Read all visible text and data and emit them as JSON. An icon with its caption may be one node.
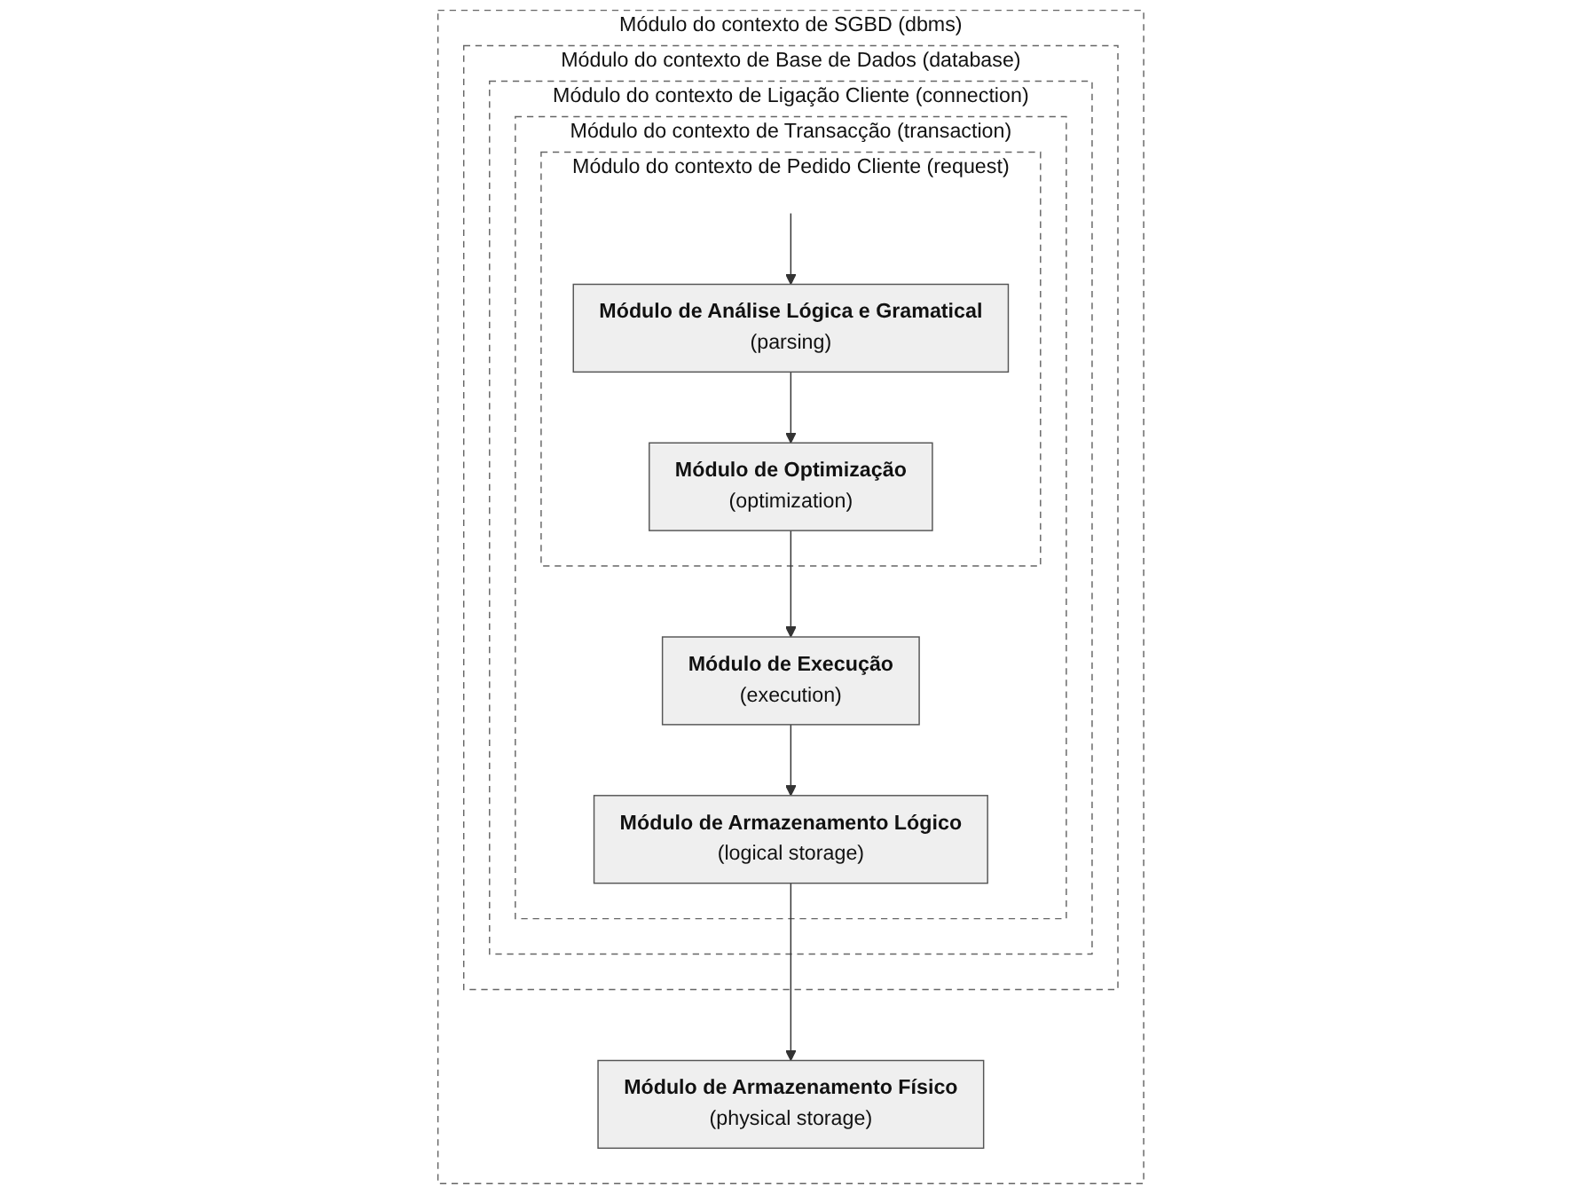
{
  "diagram": {
    "nodes": [
      {
        "text": [
          "Módulo do contexto de SGBD (dbms)"
        ]
      },
      {
        "text": [
          "Módulo do contexto de Base de Dados (database)"
        ],
        "in": 0
      },
      {
        "text": [
          "Módulo do contexto de Ligação Cliente (connection)"
        ],
        "in": 1
      },
      {
        "text": [
          "Módulo do contexto de Transacção (transaction)"
        ],
        "in": 2
      },
      {
        "text": [
          "Módulo do contexto de Pedido Cliente (request)"
        ],
        "in": 3
      },
      {
        "text": [
          "Módulo de Análise Lógica e Gramatical",
          "(parsing)"
        ],
        "in": 4
      },
      {
        "text": [
          "Módulo de Optimização",
          "(optimization)"
        ],
        "in": 4
      },
      {
        "text": [
          "Módulo de Execução",
          "(execution)"
        ],
        "in": 3
      },
      {
        "text": [
          "Módulo de Armazenamento Lógico",
          "(logical storage)"
        ],
        "in": 3
      },
      {
        "text": [
          "Módulo de Armazenamento Físico",
          "(physical storage)"
        ],
        "in": 0
      }
    ],
    "edges": [
      {
        "from": null,
        "to": 5,
        "arrow": "to"
      },
      {
        "from": 5,
        "to": 6,
        "arrow": "to"
      },
      {
        "from": 6,
        "to": 7,
        "arrow": "to"
      },
      {
        "from": 7,
        "to": 8,
        "arrow": "to"
      },
      {
        "from": 8,
        "to": 9,
        "arrow": "to"
      }
    ]
  }
}
